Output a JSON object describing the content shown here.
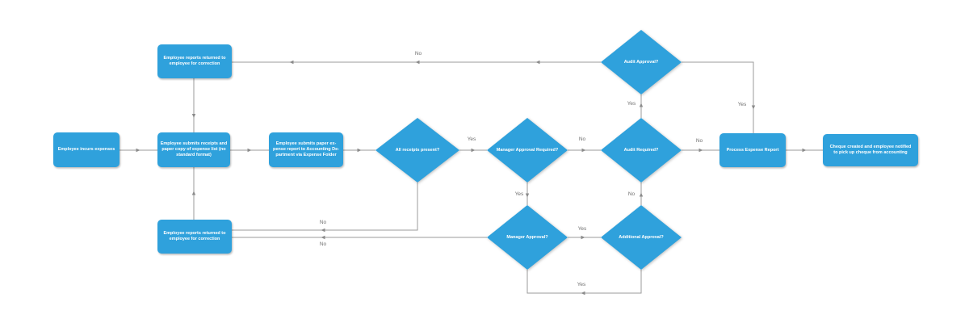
{
  "diagram": {
    "colors": {
      "node_fill": "#2fa1dc",
      "node_text": "#ffffff",
      "edge_color": "#9b9b9b",
      "arrow_color": "#8a8a8a",
      "label_color": "#6e6e6e",
      "canvas_bg": "#ffffff"
    },
    "nodes": {
      "incur": {
        "type": "process",
        "label": "Employee incurs expenses"
      },
      "returned_top": {
        "type": "process",
        "label": "Employee reports returned to\nemployee for correction"
      },
      "submit_receipts": {
        "type": "process",
        "label": "Employee submits receipts and\npaper copy of expense list (no\nstandard format)"
      },
      "submit_report": {
        "type": "process",
        "label": "Employee submits paper ex-\npense report to Accounting De-\npartment via Expense Folder"
      },
      "all_receipts": {
        "type": "decision",
        "label": "All receipts present?"
      },
      "mgr_required": {
        "type": "decision",
        "label": "Manager Approval Required?"
      },
      "audit_required": {
        "type": "decision",
        "label": "Audit Required?"
      },
      "audit_approval": {
        "type": "decision",
        "label": "Audit Approval?"
      },
      "process_report": {
        "type": "process",
        "label": "Process Expense Report"
      },
      "cheque": {
        "type": "process",
        "label": "Cheque created and employee notified\nto pick up cheque from accounting"
      },
      "returned_bottom": {
        "type": "process",
        "label": "Employee reports returned to\nemployee for correction"
      },
      "mgr_approval": {
        "type": "decision",
        "label": "Manager Approval?"
      },
      "addl_approval": {
        "type": "decision",
        "label": "Additional Approval?"
      }
    },
    "edges": [
      {
        "from": "incur",
        "to": "submit_receipts"
      },
      {
        "from": "submit_receipts",
        "to": "submit_report"
      },
      {
        "from": "submit_report",
        "to": "all_receipts"
      },
      {
        "from": "all_receipts",
        "to": "mgr_required",
        "label": "Yes"
      },
      {
        "from": "mgr_required",
        "to": "audit_required",
        "label": "No"
      },
      {
        "from": "audit_required",
        "to": "process_report",
        "label": "No"
      },
      {
        "from": "process_report",
        "to": "cheque"
      },
      {
        "from": "audit_required",
        "to": "audit_approval",
        "label": "Yes"
      },
      {
        "from": "audit_approval",
        "to": "process_report",
        "label": "Yes"
      },
      {
        "from": "audit_approval",
        "to": "returned_top",
        "label": "No"
      },
      {
        "from": "returned_top",
        "to": "submit_receipts"
      },
      {
        "from": "all_receipts",
        "to": "returned_bottom",
        "label": "No"
      },
      {
        "from": "mgr_approval",
        "to": "returned_bottom",
        "label": "No"
      },
      {
        "from": "returned_bottom",
        "to": "submit_receipts"
      },
      {
        "from": "mgr_required",
        "to": "mgr_approval",
        "label": "Yes"
      },
      {
        "from": "mgr_approval",
        "to": "addl_approval",
        "label": "Yes"
      },
      {
        "from": "addl_approval",
        "to": "audit_required",
        "label": "No"
      },
      {
        "from": "addl_approval",
        "to": "mgr_approval",
        "label": "Yes"
      }
    ]
  }
}
